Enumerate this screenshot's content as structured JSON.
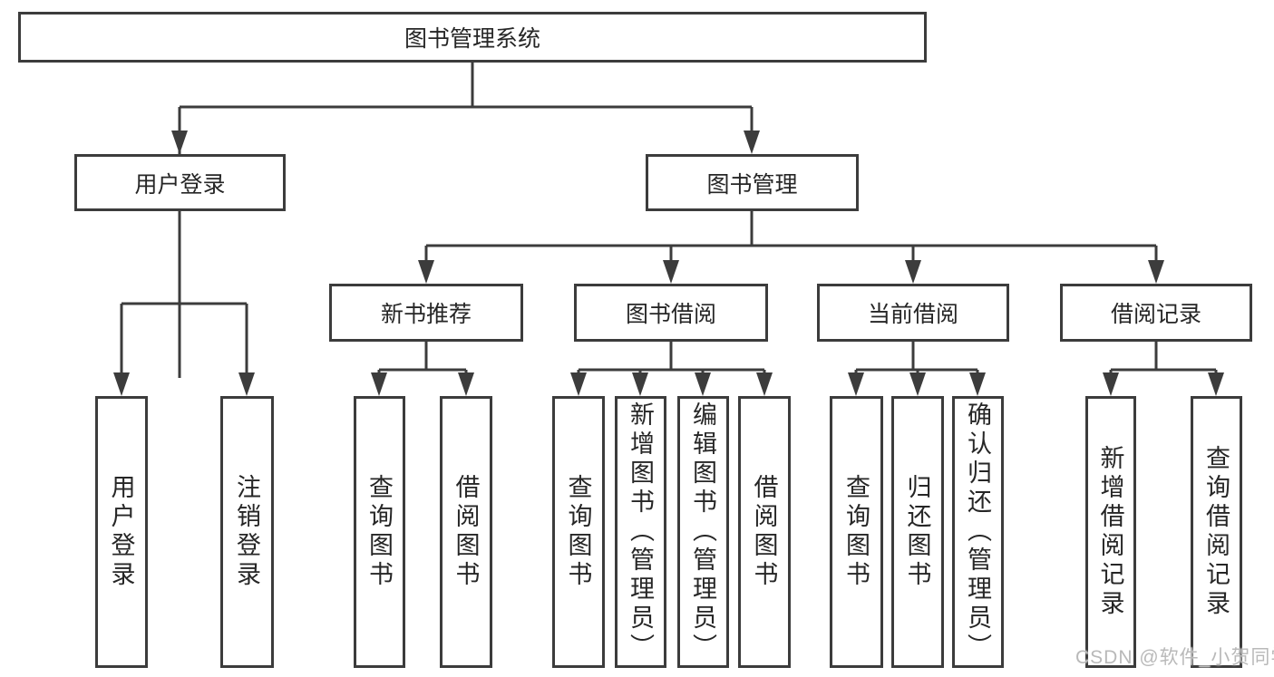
{
  "colors": {
    "line": "#3c3c3c",
    "box_border": "#3c3c3c",
    "text": "#262626",
    "background": "#ffffff",
    "watermark": "#b9b9b9"
  },
  "tree": {
    "label": "图书管理系统",
    "children": [
      {
        "label": "用户登录",
        "children": [
          {
            "label": "用户登录"
          },
          {
            "label": "注销登录"
          }
        ]
      },
      {
        "label": "图书管理",
        "children": [
          {
            "label": "新书推荐",
            "children": [
              {
                "label": "查询图书"
              },
              {
                "label": "借阅图书"
              }
            ]
          },
          {
            "label": "图书借阅",
            "children": [
              {
                "label": "查询图书"
              },
              {
                "label": "新增图书（管理员）"
              },
              {
                "label": "编辑图书（管理员）"
              },
              {
                "label": "借阅图书"
              }
            ]
          },
          {
            "label": "当前借阅",
            "children": [
              {
                "label": "查询图书"
              },
              {
                "label": "归还图书"
              },
              {
                "label": "确认归还（管理员）"
              }
            ]
          },
          {
            "label": "借阅记录",
            "children": [
              {
                "label": "新增借阅记录"
              },
              {
                "label": "查询借阅记录"
              }
            ]
          }
        ]
      }
    ]
  },
  "watermark": "CSDN @软件_小贺同学"
}
